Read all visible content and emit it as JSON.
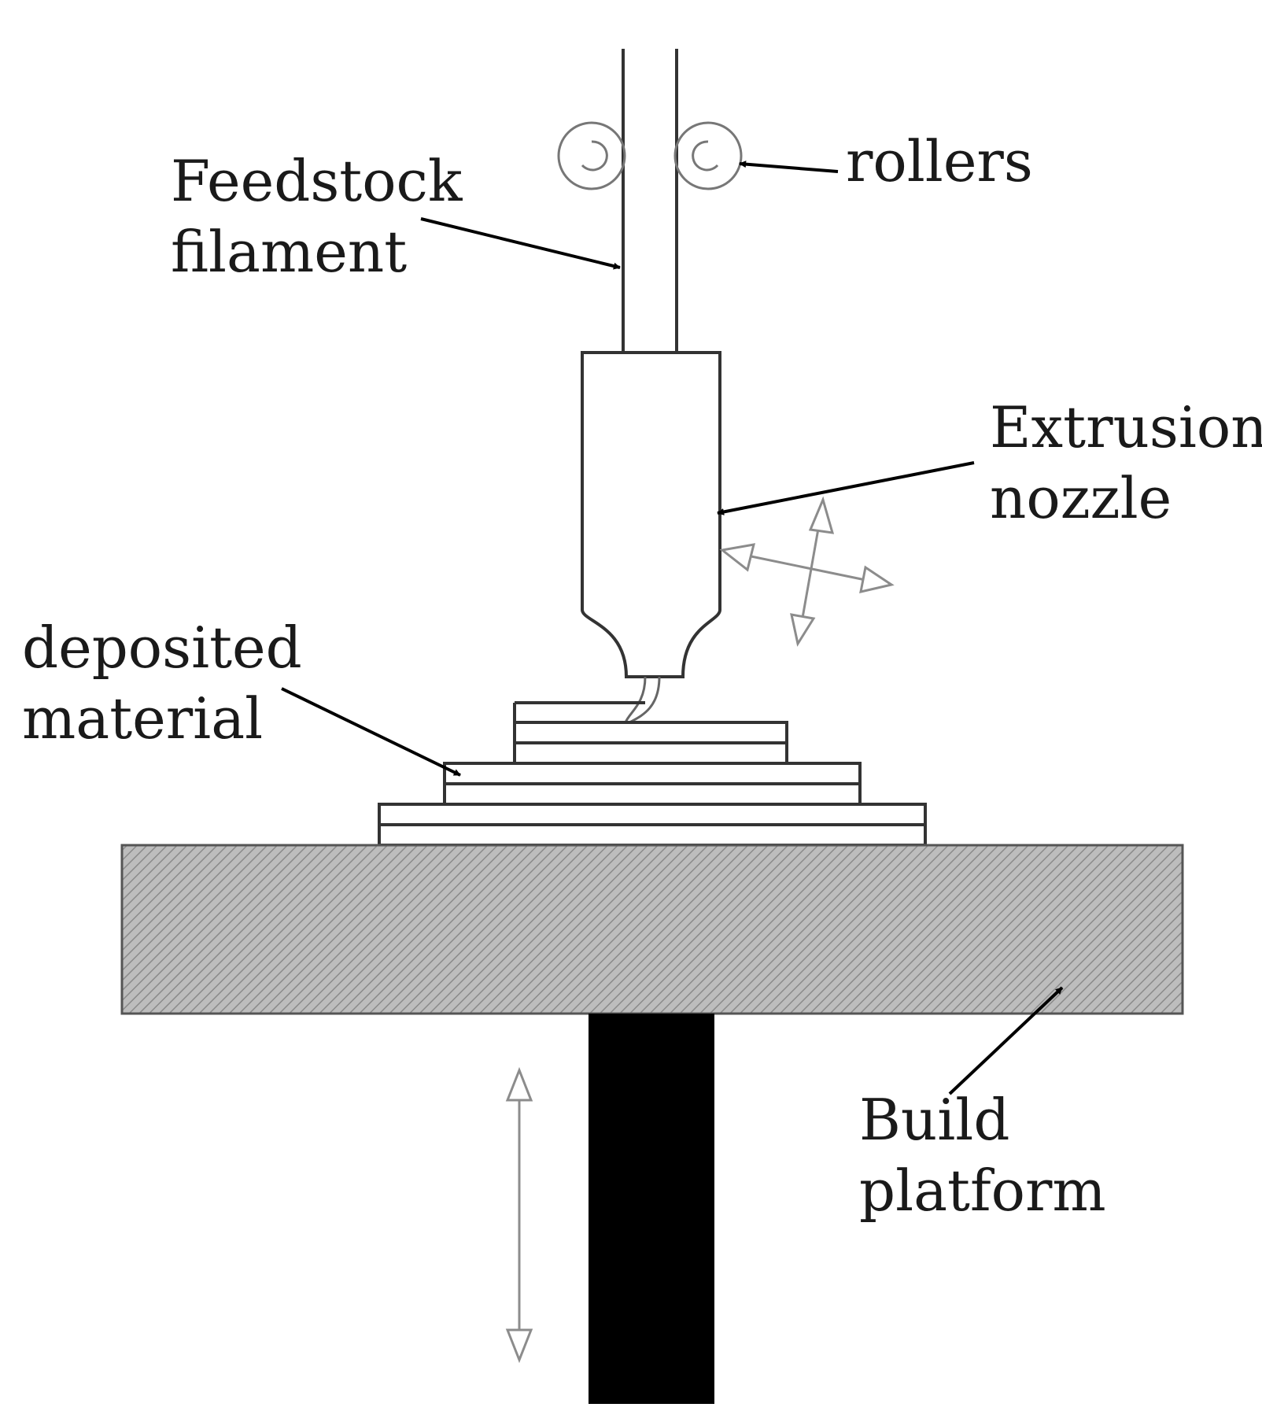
{
  "labels": {
    "feedstock_line1": "Feedstock",
    "feedstock_line2": "filament",
    "rollers": "rollers",
    "extrusion_line1": "Extrusion",
    "extrusion_line2": "nozzle",
    "deposited_line1": "deposited",
    "deposited_line2": "material",
    "build_line1": "Build",
    "build_line2": "platform"
  },
  "colors": {
    "outline": "#333333",
    "arrow_fill": "#000000",
    "motion_arrow": "#8c8c8c",
    "hatch_bg": "#bdbdbd",
    "hatch_line": "#8a8a8a",
    "support": "#000000"
  }
}
